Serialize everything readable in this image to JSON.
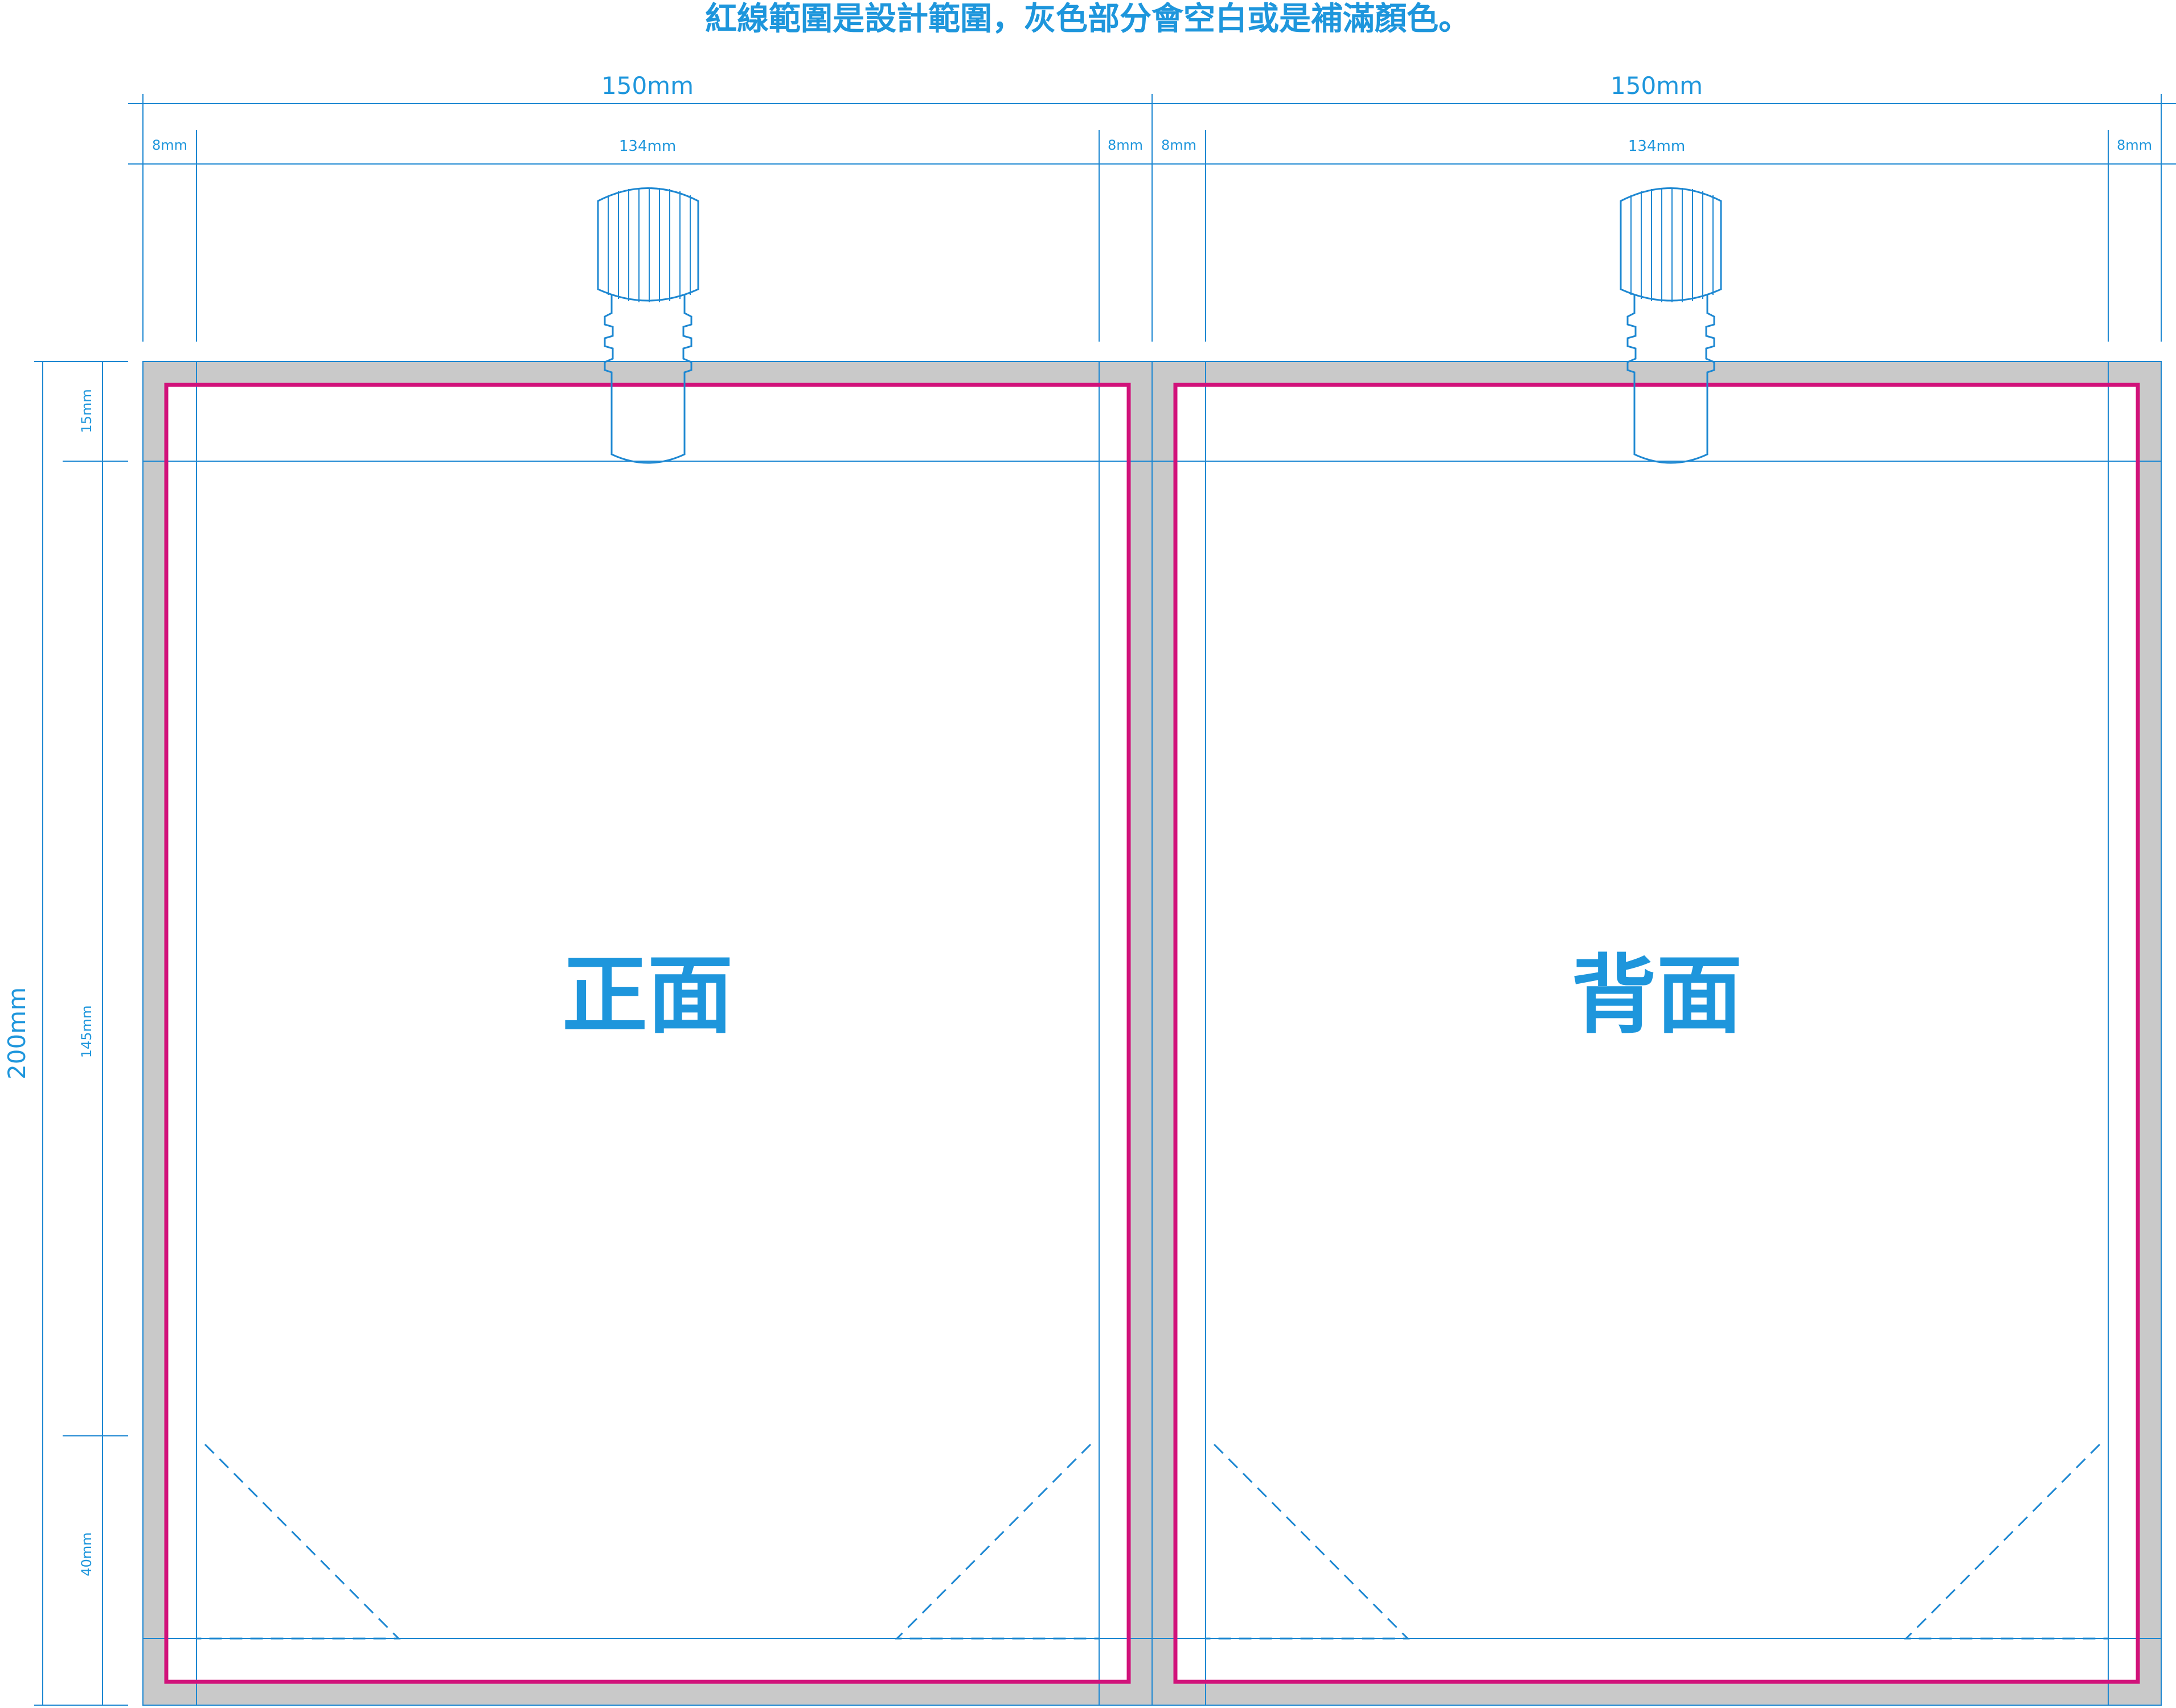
{
  "heading": "紅線範圍是設計範圍，灰色部分會空白或是補滿顏色。",
  "colors": {
    "guide": "#1E88D2",
    "text": "#1E96DC",
    "bleed": "#C9C9C9",
    "design_area": "#D1127A",
    "background": "#FFFFFF"
  },
  "panels": [
    {
      "id": "front",
      "label": "正面",
      "width_label": "150mm",
      "left_margin_label": "8mm",
      "inner_width_label": "134mm",
      "right_margin_label": "8mm"
    },
    {
      "id": "back",
      "label": "背面",
      "width_label": "150mm",
      "left_margin_label": "8mm",
      "inner_width_label": "134mm",
      "right_margin_label": "8mm"
    }
  ],
  "vertical_dims": {
    "total_label": "200mm",
    "top_label": "15mm",
    "middle_label": "145mm",
    "bottom_label": "40mm"
  }
}
